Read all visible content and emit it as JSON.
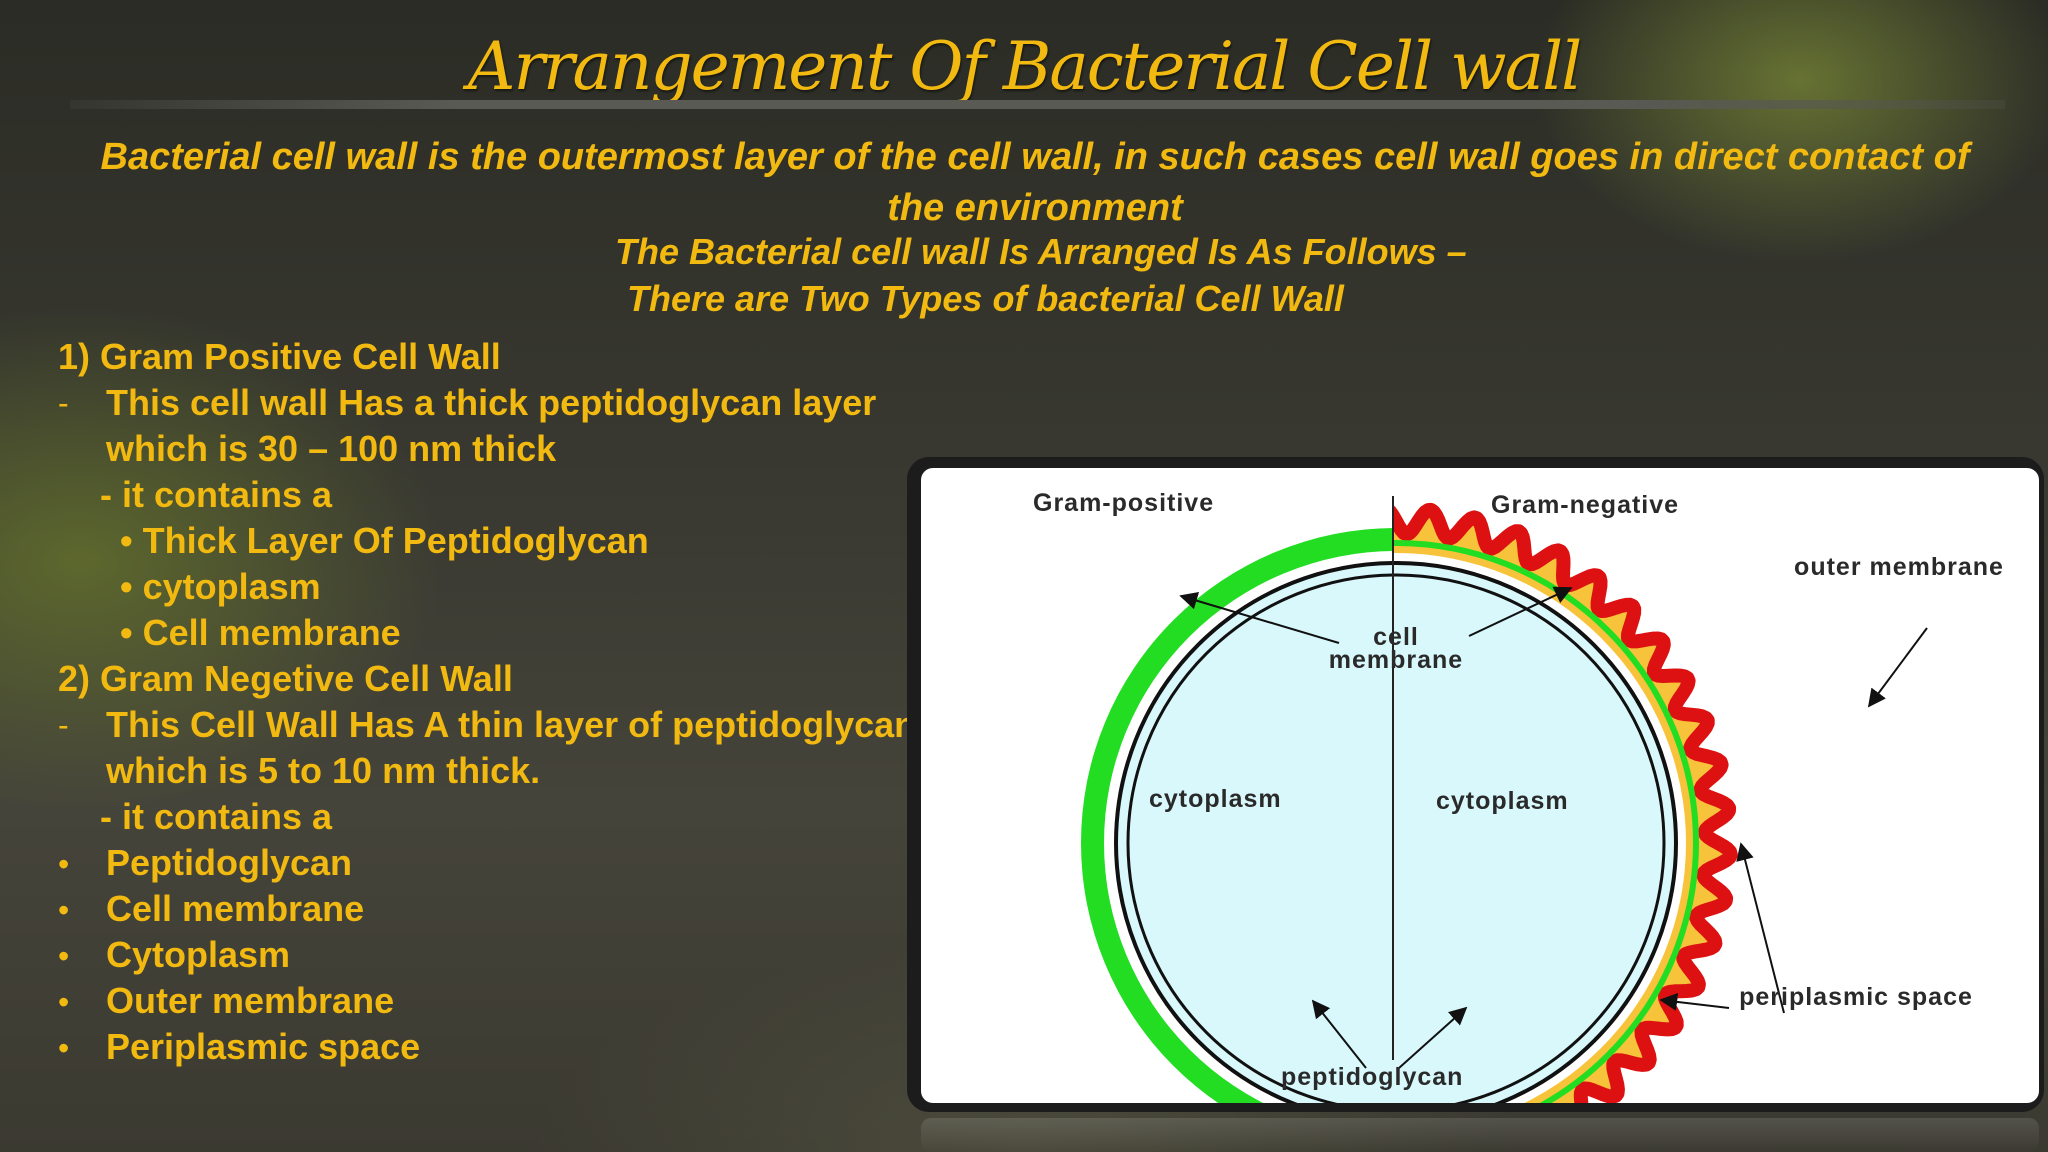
{
  "title": "Arrangement Of Bacterial Cell wall",
  "intro": "Bacterial cell wall is the outermost layer of the cell wall, in such cases cell wall goes in direct contact of the environment",
  "arranged": "The Bacterial cell wall Is Arranged Is As Follows –",
  "types_line": "There are Two Types of bacterial Cell Wall",
  "gram_positive": {
    "heading": "1)  Gram Positive Cell Wall",
    "dash": "-",
    "desc_1": "This cell wall Has a thick peptidoglycan layer",
    "desc_2": "which is 30 – 100 nm thick",
    "contains": "- it contains a",
    "items": [
      "• Thick Layer Of Peptidoglycan",
      "• cytoplasm",
      "• Cell membrane"
    ]
  },
  "gram_negative": {
    "heading": "2) Gram Negetive Cell Wall",
    "dash": "-",
    "desc_1": "This Cell Wall Has A thin layer of peptidoglycan",
    "desc_2": "which is 5 to 10 nm thick.",
    "contains": "- it contains a",
    "bullet": "•",
    "items": [
      "Peptidoglycan",
      "Cell membrane",
      "Cytoplasm",
      "Outer membrane",
      "Periplasmic space"
    ]
  },
  "figure": {
    "gram_positive_label": "Gram-positive",
    "gram_negative_label": "Gram-negative",
    "outer_membrane_label": "outer membrane",
    "cell_membrane_label": "cell membrane",
    "cytoplasm_left": "cytoplasm",
    "cytoplasm_right": "cytoplasm",
    "periplasmic_label": "periplasmic space",
    "peptidoglycan_label": "peptidoglycan",
    "colors": {
      "cytoplasm": "#d8f8fc",
      "peptidoglycan": "#22dd22",
      "outer_membrane": "#dd1111",
      "periplasm": "#f7c33a"
    }
  },
  "colors": {
    "text": "#f2b911"
  }
}
